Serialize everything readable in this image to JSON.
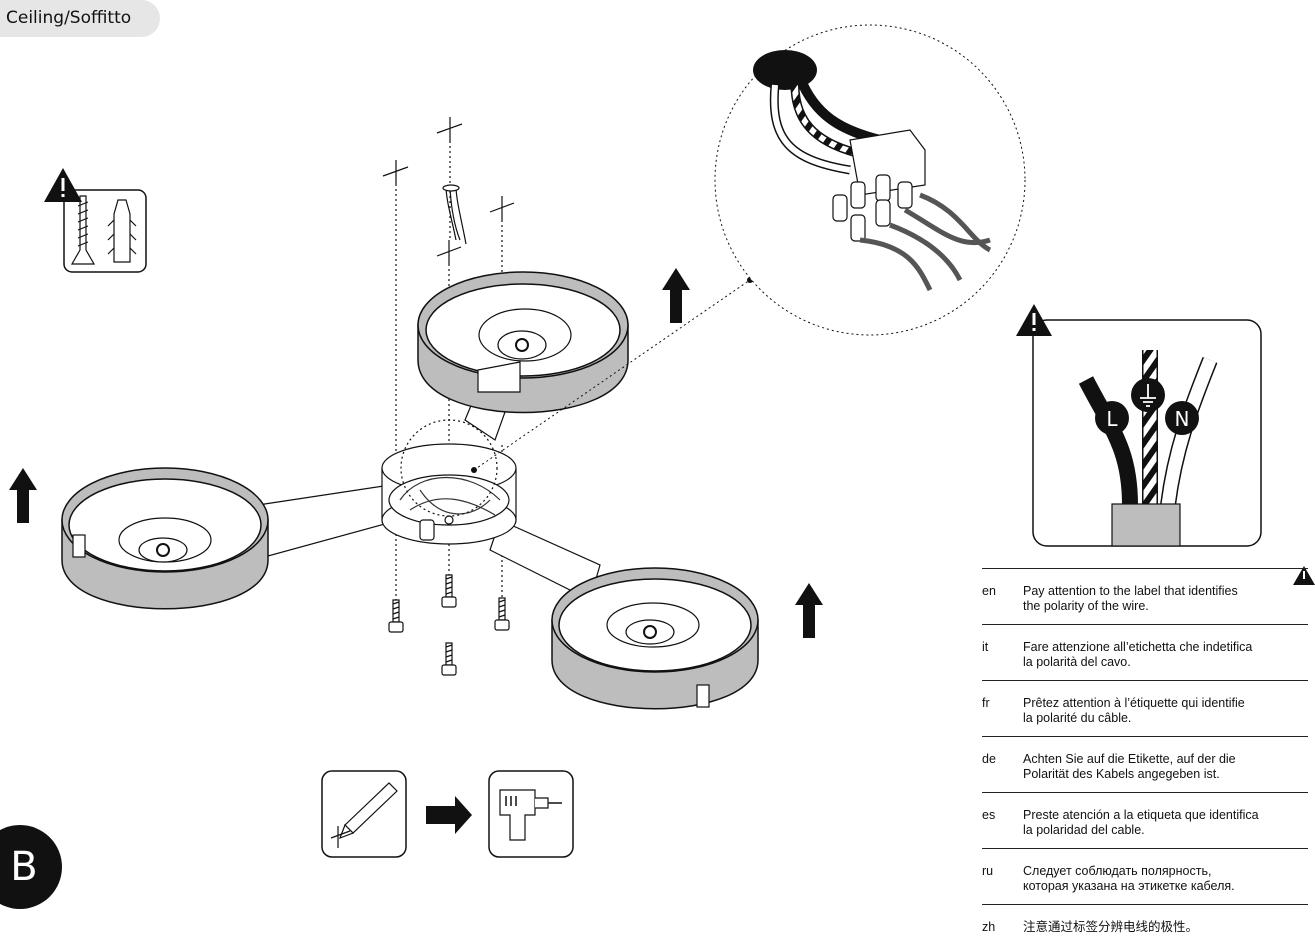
{
  "header": {
    "tab_label": "Ceiling/Soffitto"
  },
  "step": {
    "letter": "B"
  },
  "wiring": {
    "live_label": "L",
    "neutral_label": "N"
  },
  "notes": [
    {
      "code": "en",
      "text": "Pay attention to the label that identifies\nthe polarity of the wire."
    },
    {
      "code": "it",
      "text": "Fare attenzione all’etichetta che indetifica\nla polarità del cavo."
    },
    {
      "code": "fr",
      "text": "Prêtez attention à l’étiquette qui identifie\nla polarité du câble."
    },
    {
      "code": "de",
      "text": "Achten Sie auf die Etikette, auf der die\nPolarität des Kabels angegeben ist."
    },
    {
      "code": "es",
      "text": "Preste atención a la etiqueta que identifica\nla polaridad del cable."
    },
    {
      "code": "ru",
      "text": "Следует соблюдать полярность,\nкоторая указана на этикетке кабеля."
    },
    {
      "code": "zh",
      "text": "注意通过标签分辨电线的极性。"
    }
  ],
  "icons": {
    "warning": "warning-triangle-icon",
    "screw_and_plug": "screw-and-wall-plug-icon",
    "pencil": "pencil-mark-icon",
    "drill": "drill-icon",
    "arrow": "arrow-right-icon",
    "lift": "arrow-up-icon"
  },
  "colors": {
    "shade_gray": "#bdbdbd",
    "ink": "#111111",
    "tab_bg": "#e6e6e6"
  }
}
